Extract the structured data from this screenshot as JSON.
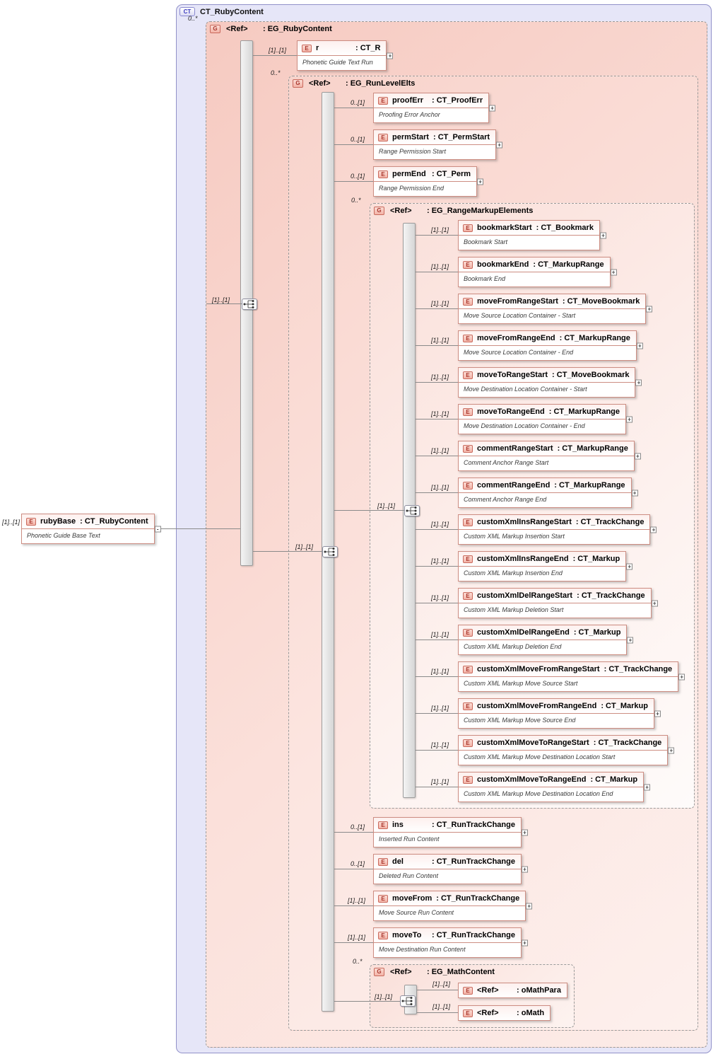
{
  "badges": {
    "ct": "CT",
    "e": "E",
    "g": "G"
  },
  "icons": {
    "plus": "+",
    "minus": "-"
  },
  "root": {
    "title": "CT_RubyContent"
  },
  "rubyBase": {
    "cardinality": "[1]..[1]",
    "name": "rubyBase",
    "type": ": CT_RubyContent",
    "annotation": "Phonetic Guide Base Text"
  },
  "groups": {
    "rubyContent": {
      "occurs": "0..*",
      "name": "<Ref>",
      "type": ": EG_RubyContent",
      "choiceCardinality": "[1]..[1]"
    },
    "runLevelElts": {
      "occurs": "0..*",
      "name": "<Ref>",
      "type": ": EG_RunLevelElts",
      "choiceCardinality": "[1]..[1]"
    },
    "rangeMarkupElements": {
      "occurs": "0..*",
      "name": "<Ref>",
      "type": ": EG_RangeMarkupElements",
      "choiceCardinality": "[1]..[1]"
    },
    "mathContent": {
      "occurs": "0..*",
      "name": "<Ref>",
      "type": ": EG_MathContent",
      "choiceCardinality": "[1]..[1]"
    }
  },
  "elements": {
    "r": {
      "cardinality": "[1]..[1]",
      "name": "r",
      "type": ": CT_R",
      "annotation": "Phonetic Guide Text Run"
    },
    "proofErr": {
      "cardinality": "0..[1]",
      "name": "proofErr",
      "type": ": CT_ProofErr",
      "annotation": "Proofing Error Anchor"
    },
    "permStart": {
      "cardinality": "0..[1]",
      "name": "permStart",
      "type": ": CT_PermStart",
      "annotation": "Range Permission Start"
    },
    "permEnd": {
      "cardinality": "0..[1]",
      "name": "permEnd",
      "type": ": CT_Perm",
      "annotation": "Range Permission End"
    },
    "ins": {
      "cardinality": "0..[1]",
      "name": "ins",
      "type": ": CT_RunTrackChange",
      "annotation": "Inserted Run Content"
    },
    "del": {
      "cardinality": "0..[1]",
      "name": "del",
      "type": ": CT_RunTrackChange",
      "annotation": "Deleted Run Content"
    },
    "moveFrom": {
      "cardinality": "[1]..[1]",
      "name": "moveFrom",
      "type": ": CT_RunTrackChange",
      "annotation": "Move Source Run Content"
    },
    "moveTo": {
      "cardinality": "[1]..[1]",
      "name": "moveTo",
      "type": ": CT_RunTrackChange",
      "annotation": "Move Destination Run Content"
    }
  },
  "rangeMarkupElements": [
    {
      "cardinality": "[1]..[1]",
      "name": "bookmarkStart",
      "type": ": CT_Bookmark",
      "annotation": "Bookmark Start"
    },
    {
      "cardinality": "[1]..[1]",
      "name": "bookmarkEnd",
      "type": ": CT_MarkupRange",
      "annotation": "Bookmark End"
    },
    {
      "cardinality": "[1]..[1]",
      "name": "moveFromRangeStart",
      "type": ": CT_MoveBookmark",
      "annotation": "Move Source Location Container - Start"
    },
    {
      "cardinality": "[1]..[1]",
      "name": "moveFromRangeEnd",
      "type": ": CT_MarkupRange",
      "annotation": "Move Source Location Container - End"
    },
    {
      "cardinality": "[1]..[1]",
      "name": "moveToRangeStart",
      "type": ": CT_MoveBookmark",
      "annotation": "Move Destination Location Container - Start"
    },
    {
      "cardinality": "[1]..[1]",
      "name": "moveToRangeEnd",
      "type": ": CT_MarkupRange",
      "annotation": "Move Destination Location Container - End"
    },
    {
      "cardinality": "[1]..[1]",
      "name": "commentRangeStart",
      "type": ": CT_MarkupRange",
      "annotation": "Comment Anchor Range Start"
    },
    {
      "cardinality": "[1]..[1]",
      "name": "commentRangeEnd",
      "type": ": CT_MarkupRange",
      "annotation": "Comment Anchor Range End"
    },
    {
      "cardinality": "[1]..[1]",
      "name": "customXmlInsRangeStart",
      "type": ": CT_TrackChange",
      "annotation": "Custom XML Markup Insertion Start"
    },
    {
      "cardinality": "[1]..[1]",
      "name": "customXmlInsRangeEnd",
      "type": ": CT_Markup",
      "annotation": "Custom XML Markup Insertion End"
    },
    {
      "cardinality": "[1]..[1]",
      "name": "customXmlDelRangeStart",
      "type": ": CT_TrackChange",
      "annotation": "Custom XML Markup Deletion Start"
    },
    {
      "cardinality": "[1]..[1]",
      "name": "customXmlDelRangeEnd",
      "type": ": CT_Markup",
      "annotation": "Custom XML Markup Deletion End"
    },
    {
      "cardinality": "[1]..[1]",
      "name": "customXmlMoveFromRangeStart",
      "type": ": CT_TrackChange",
      "annotation": "Custom XML Markup Move Source Start"
    },
    {
      "cardinality": "[1]..[1]",
      "name": "customXmlMoveFromRangeEnd",
      "type": ": CT_Markup",
      "annotation": "Custom XML Markup Move Source End"
    },
    {
      "cardinality": "[1]..[1]",
      "name": "customXmlMoveToRangeStart",
      "type": ": CT_TrackChange",
      "annotation": "Custom XML Markup Move Destination Location Start"
    },
    {
      "cardinality": "[1]..[1]",
      "name": "customXmlMoveToRangeEnd",
      "type": ": CT_Markup",
      "annotation": "Custom XML Markup Move Destination Location End"
    }
  ],
  "mathElements": [
    {
      "cardinality": "[1]..[1]",
      "name": "<Ref>",
      "type": ": oMathPara"
    },
    {
      "cardinality": "[1]..[1]",
      "name": "<Ref>",
      "type": ": oMath"
    }
  ]
}
